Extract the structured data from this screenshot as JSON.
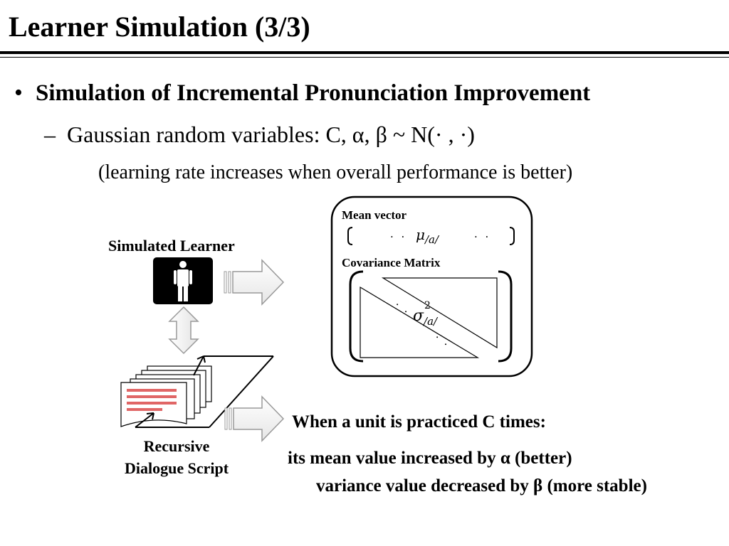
{
  "slide": {
    "title": "Learner Simulation (3/3)",
    "bullet": "Simulation of Incremental Pronunciation Improvement",
    "sub_dash": "–",
    "sub_bullet": "Gaussian random variables: C, α, β ~ N(· , ·)",
    "note": "(learning rate increases when overall performance is better)"
  },
  "diagram": {
    "learner_label": "Simulated Learner",
    "script_label_line1": "Recursive",
    "script_label_line2": "Dialogue Script",
    "mean_vector_label": "Mean vector",
    "mean_dots": "· ·",
    "mean_symbol": "μ",
    "mean_subscript": "/a/",
    "covariance_label": "Covariance Matrix",
    "cov_dots": "· ·",
    "sigma_symbol": "σ",
    "sigma_superscript": "2",
    "sigma_subscript": "/a/",
    "icons": [
      "person-icon",
      "right-arrow-icon",
      "double-arrow-icon",
      "document-stack-icon",
      "cycle-arrow-icon"
    ]
  },
  "explanation": {
    "condition": "When a unit is practiced C times:",
    "line1": "its mean value increased by α (better)",
    "line2": "variance value decreased by β (more stable)"
  }
}
